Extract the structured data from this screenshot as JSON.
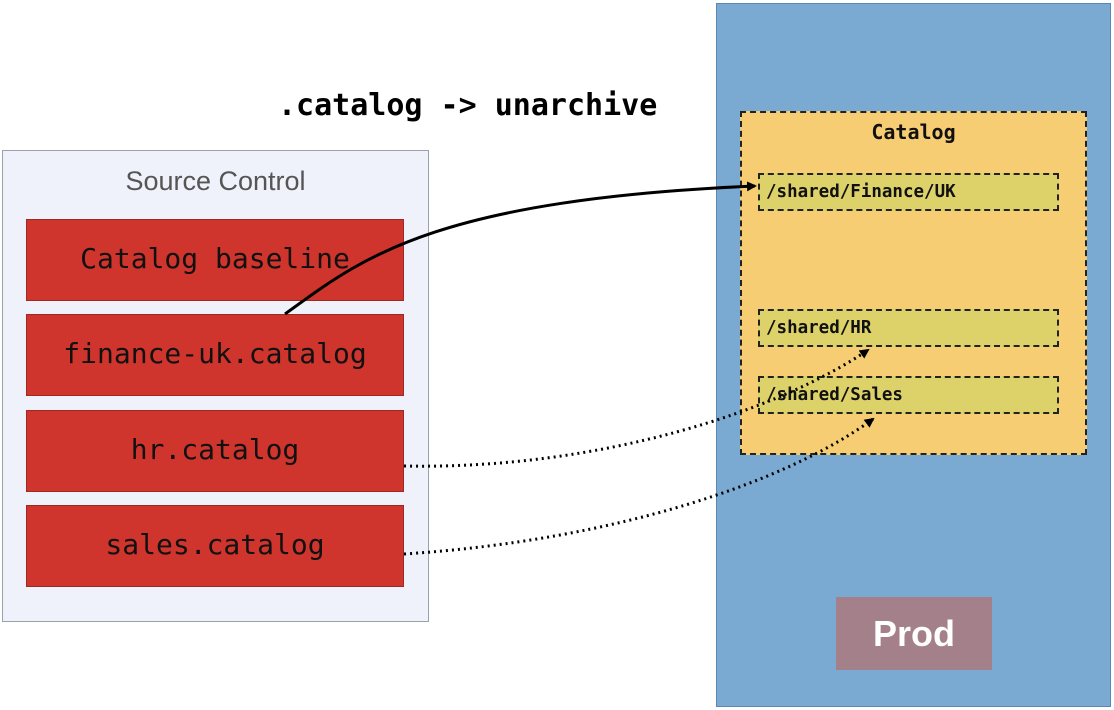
{
  "command": ".catalog -> unarchive",
  "source_control": {
    "title": "Source Control",
    "items": [
      {
        "label": "Catalog baseline"
      },
      {
        "label": "finance-uk.catalog"
      },
      {
        "label": "hr.catalog"
      },
      {
        "label": "sales.catalog"
      }
    ]
  },
  "prod": {
    "label": "Prod",
    "catalog": {
      "title": "Catalog",
      "items": [
        {
          "label": "/shared/Finance/UK"
        },
        {
          "label": "/shared/HR"
        },
        {
          "label": "/shared/Sales"
        }
      ]
    }
  },
  "colors": {
    "prod_panel": "#7aa9d1",
    "prod_label": "#a4808b",
    "catalog_box": "#f6cd73",
    "catalog_item": "#dcd269",
    "source_panel": "#eff2fb",
    "source_item": "#cf352c"
  },
  "connections": [
    {
      "from": "finance-uk.catalog",
      "to": "/shared/Finance/UK",
      "style": "solid"
    },
    {
      "from": "hr.catalog",
      "to": "/shared/HR",
      "style": "dotted"
    },
    {
      "from": "sales.catalog",
      "to": "/shared/Sales",
      "style": "dotted"
    }
  ]
}
